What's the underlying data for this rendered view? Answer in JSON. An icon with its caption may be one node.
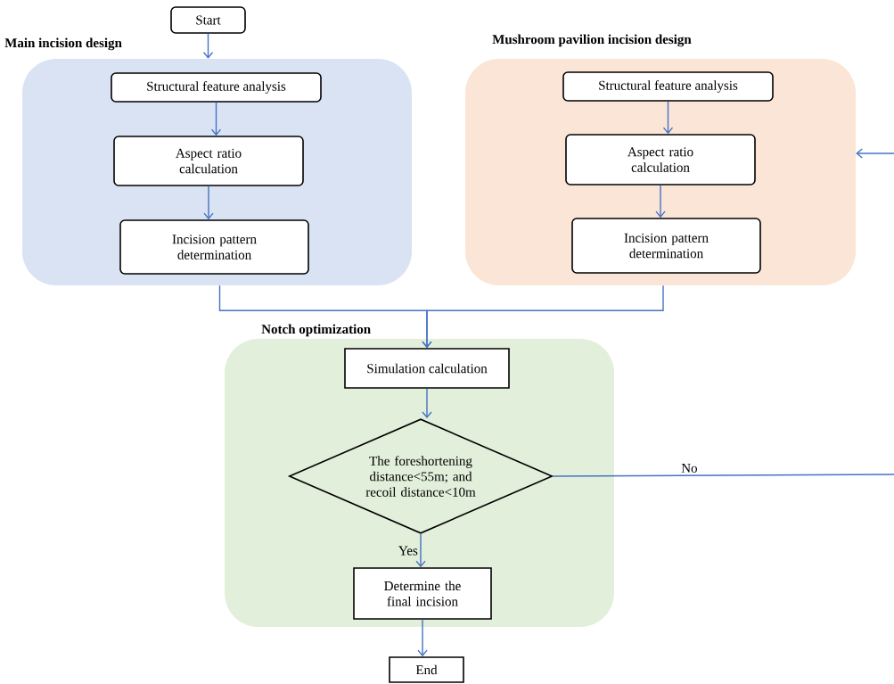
{
  "diagram": {
    "nodes": [
      {
        "text": [
          "Start"
        ]
      },
      {
        "text": [
          "Main incision design"
        ]
      },
      {
        "text": [
          "Structural feature analysis"
        ],
        "in": 1
      },
      {
        "text": [
          "Aspect ratio calculation"
        ],
        "in": 1
      },
      {
        "text": [
          "Incision pattern determination"
        ],
        "in": 1
      },
      {
        "text": [
          "Mushroom pavilion incision design"
        ]
      },
      {
        "text": [
          "Structural feature analysis"
        ],
        "in": 5
      },
      {
        "text": [
          "Aspect ratio calculation"
        ],
        "in": 5
      },
      {
        "text": [
          "Incision pattern determination"
        ],
        "in": 5
      },
      {
        "text": [
          "Notch optimization"
        ]
      },
      {
        "text": [
          "Simulation calculation"
        ],
        "in": 9
      },
      {
        "text": [
          "The foreshortening distance<55m; and recoil distance<10m"
        ],
        "in": 9
      },
      {
        "text": [
          "Determine the final incision"
        ],
        "in": 9
      },
      {
        "text": [
          "End"
        ]
      }
    ],
    "edges": [
      {
        "from": 0,
        "to": 1,
        "arrow": "to"
      },
      {
        "from": 2,
        "to": 3,
        "arrow": "to"
      },
      {
        "from": 3,
        "to": 4,
        "arrow": "to"
      },
      {
        "from": 6,
        "to": 7,
        "arrow": "to"
      },
      {
        "from": 7,
        "to": 8,
        "arrow": "to"
      },
      {
        "from": 1,
        "to": 10,
        "arrow": "to"
      },
      {
        "from": 5,
        "to": 10,
        "arrow": "to"
      },
      {
        "from": 10,
        "to": 11,
        "arrow": "to"
      },
      {
        "from": 11,
        "to": 12,
        "label": "Yes",
        "arrow": "to"
      },
      {
        "from": 12,
        "to": 13,
        "arrow": "to"
      },
      {
        "from": 11,
        "to": null,
        "label": "No",
        "arrow": "none"
      },
      {
        "from": null,
        "to": 5,
        "arrow": "to"
      }
    ]
  }
}
